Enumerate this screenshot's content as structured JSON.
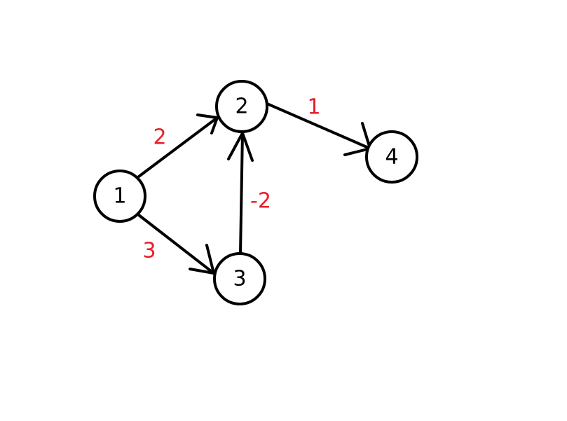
{
  "graph": {
    "nodes": [
      {
        "id": "n1",
        "label": "1"
      },
      {
        "id": "n2",
        "label": "2"
      },
      {
        "id": "n3",
        "label": "3"
      },
      {
        "id": "n4",
        "label": "4"
      }
    ],
    "edges": [
      {
        "id": "e12",
        "from": "n1",
        "to": "n2",
        "weight": "2"
      },
      {
        "id": "e13",
        "from": "n1",
        "to": "n3",
        "weight": "3"
      },
      {
        "id": "e32",
        "from": "n3",
        "to": "n2",
        "weight": "-2"
      },
      {
        "id": "e24",
        "from": "n2",
        "to": "n4",
        "weight": "1"
      }
    ]
  },
  "colors": {
    "node_stroke": "#000000",
    "edge": "#000000",
    "weight_text": "#e8202a",
    "background": "#ffffff"
  }
}
